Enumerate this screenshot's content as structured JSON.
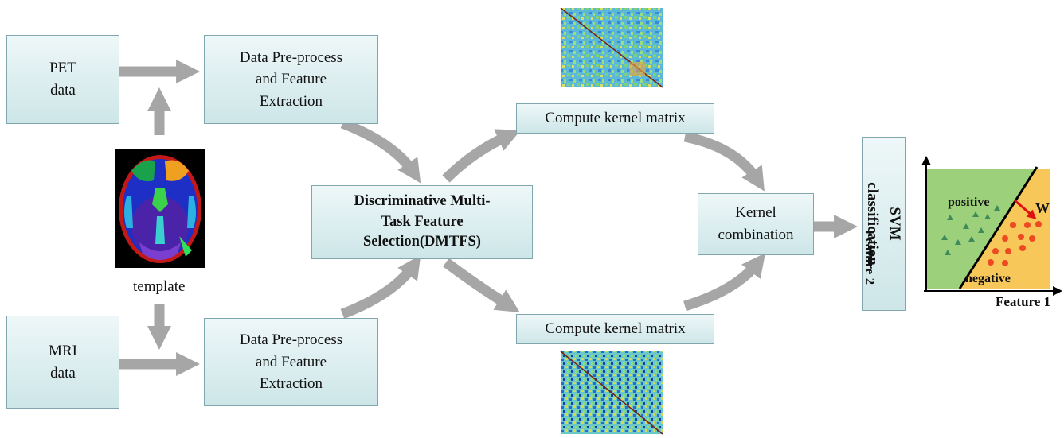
{
  "boxes": {
    "pet": "PET\ndata",
    "mri": "MRI\ndata",
    "pre_top": "Data Pre-process\nand Feature\nExtraction",
    "pre_bottom": "Data Pre-process\nand Feature\nExtraction",
    "dmtfs": "Discriminative Multi-\nTask Feature\nSelection(DMTFS)",
    "kernel_top": "Compute kernel  matrix",
    "kernel_bottom": "Compute kernel  matrix",
    "combination": "Kernel\ncombination",
    "svm": "SVM classification"
  },
  "template_label": "template",
  "plot": {
    "positive_label": "positive",
    "negative_label": "negative",
    "w_label": "W",
    "xlabel": "Feature 1",
    "ylabel": "Feature 2"
  },
  "colors": {
    "box_fill": "#d6ecee",
    "box_border": "#7fa7ad",
    "arrow": "#a6a6a6",
    "positive_region": "#9dd07a",
    "negative_region": "#f7c75a",
    "triangle": "#3f8a5a",
    "dot": "#ee4a22",
    "w_arrow": "#e01010"
  }
}
